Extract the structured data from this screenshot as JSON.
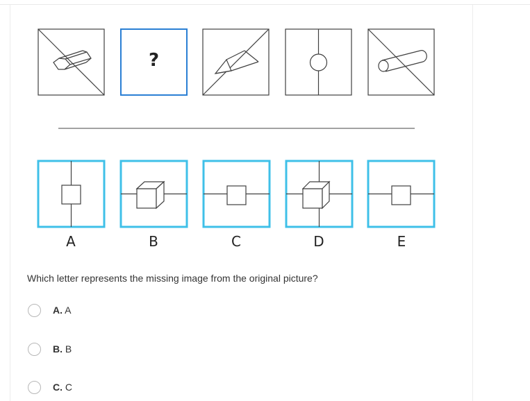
{
  "puzzle": {
    "missing_mark": "?",
    "answer_letters": [
      "A",
      "B",
      "C",
      "D",
      "E"
    ]
  },
  "colors": {
    "question_box": "#2a7fd4",
    "answer_box": "#3fc0e8",
    "line": "#404040"
  },
  "question": {
    "text": "Which letter represents the missing image from the original picture?"
  },
  "options": [
    {
      "key": "A.",
      "value": "A"
    },
    {
      "key": "B.",
      "value": "B"
    },
    {
      "key": "C.",
      "value": "C"
    }
  ]
}
